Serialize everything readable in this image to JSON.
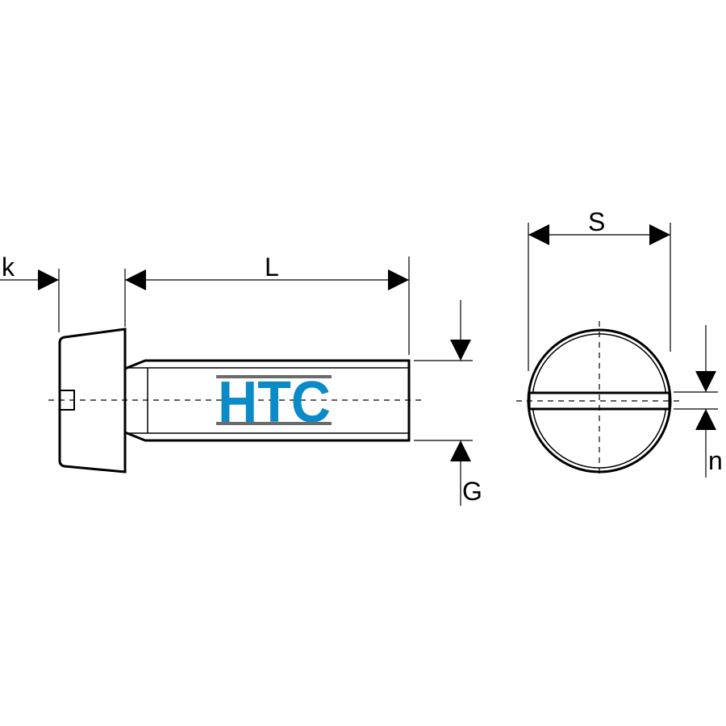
{
  "dimensions": {
    "k": "k",
    "L": "L",
    "G": "G",
    "S": "S",
    "n": "n"
  },
  "logo": {
    "text": "HTC"
  },
  "colors": {
    "line": "#000000",
    "logo_text": "#0a8ac6",
    "logo_bars": "#6b6b6b",
    "background": "#ffffff"
  }
}
